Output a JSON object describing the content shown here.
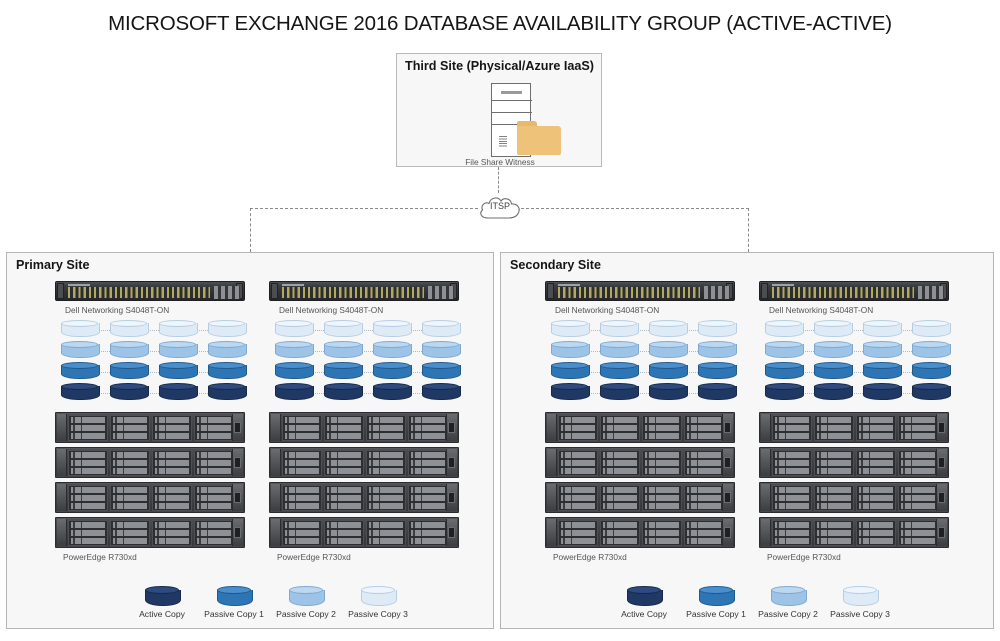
{
  "title": "MICROSOFT EXCHANGE 2016 DATABASE AVAILABILITY GROUP (ACTIVE-ACTIVE)",
  "third_site": {
    "title": "Third Site (Physical/Azure IaaS)",
    "witness_label": "File Share Witness",
    "icons": {
      "server": "server-tower-icon",
      "folder": "folder-icon"
    }
  },
  "network": {
    "cloud_label": "ITSP",
    "cloud_icon": "cloud-icon",
    "link_style": "dashed"
  },
  "sites": [
    {
      "name": "Primary Site",
      "groups": [
        {
          "switch_label": "Dell Networking S4048T-ON",
          "server_label": "PowerEdge R730xd",
          "switch_icon": "network-switch-icon",
          "server_count": 4,
          "db_columns": 4,
          "db_rows": [
            "passive3",
            "passive2",
            "passive1",
            "active"
          ]
        },
        {
          "switch_label": "Dell Networking S4048T-ON",
          "server_label": "PowerEdge R730xd",
          "switch_icon": "network-switch-icon",
          "server_count": 4,
          "db_columns": 4,
          "db_rows": [
            "passive3",
            "passive2",
            "passive1",
            "active"
          ]
        }
      ],
      "legend": [
        {
          "label": "Active Copy",
          "key": "active"
        },
        {
          "label": "Passive Copy 1",
          "key": "passive1"
        },
        {
          "label": "Passive Copy 2",
          "key": "passive2"
        },
        {
          "label": "Passive Copy 3",
          "key": "passive3"
        }
      ]
    },
    {
      "name": "Secondary Site",
      "groups": [
        {
          "switch_label": "Dell Networking S4048T-ON",
          "server_label": "PowerEdge R730xd",
          "switch_icon": "network-switch-icon",
          "server_count": 4,
          "db_columns": 4,
          "db_rows": [
            "passive3",
            "passive2",
            "passive1",
            "active"
          ]
        },
        {
          "switch_label": "Dell Networking S4048T-ON",
          "server_label": "PowerEdge R730xd",
          "switch_icon": "network-switch-icon",
          "server_count": 4,
          "db_columns": 4,
          "db_rows": [
            "passive3",
            "passive2",
            "passive1",
            "active"
          ]
        }
      ],
      "legend": [
        {
          "label": "Active Copy",
          "key": "active"
        },
        {
          "label": "Passive Copy 1",
          "key": "passive1"
        },
        {
          "label": "Passive Copy 2",
          "key": "passive2"
        },
        {
          "label": "Passive Copy 3",
          "key": "passive3"
        }
      ]
    }
  ],
  "colors": {
    "active": {
      "body": "#1f3864",
      "top": "#2d4b80",
      "edge": "#17294a"
    },
    "passive1": {
      "body": "#2e75b6",
      "top": "#4a8fcd",
      "edge": "#22598c"
    },
    "passive2": {
      "body": "#9dc3e6",
      "top": "#bcd7f0",
      "edge": "#7fa9d2"
    },
    "passive3": {
      "body": "#deebf7",
      "top": "#eef5fc",
      "edge": "#b6cde4"
    },
    "panel_bg": "#f7f7f7",
    "panel_border": "#b5b5b5",
    "folder": "#eec278",
    "text": "#151515",
    "sub_text": "#555555"
  }
}
